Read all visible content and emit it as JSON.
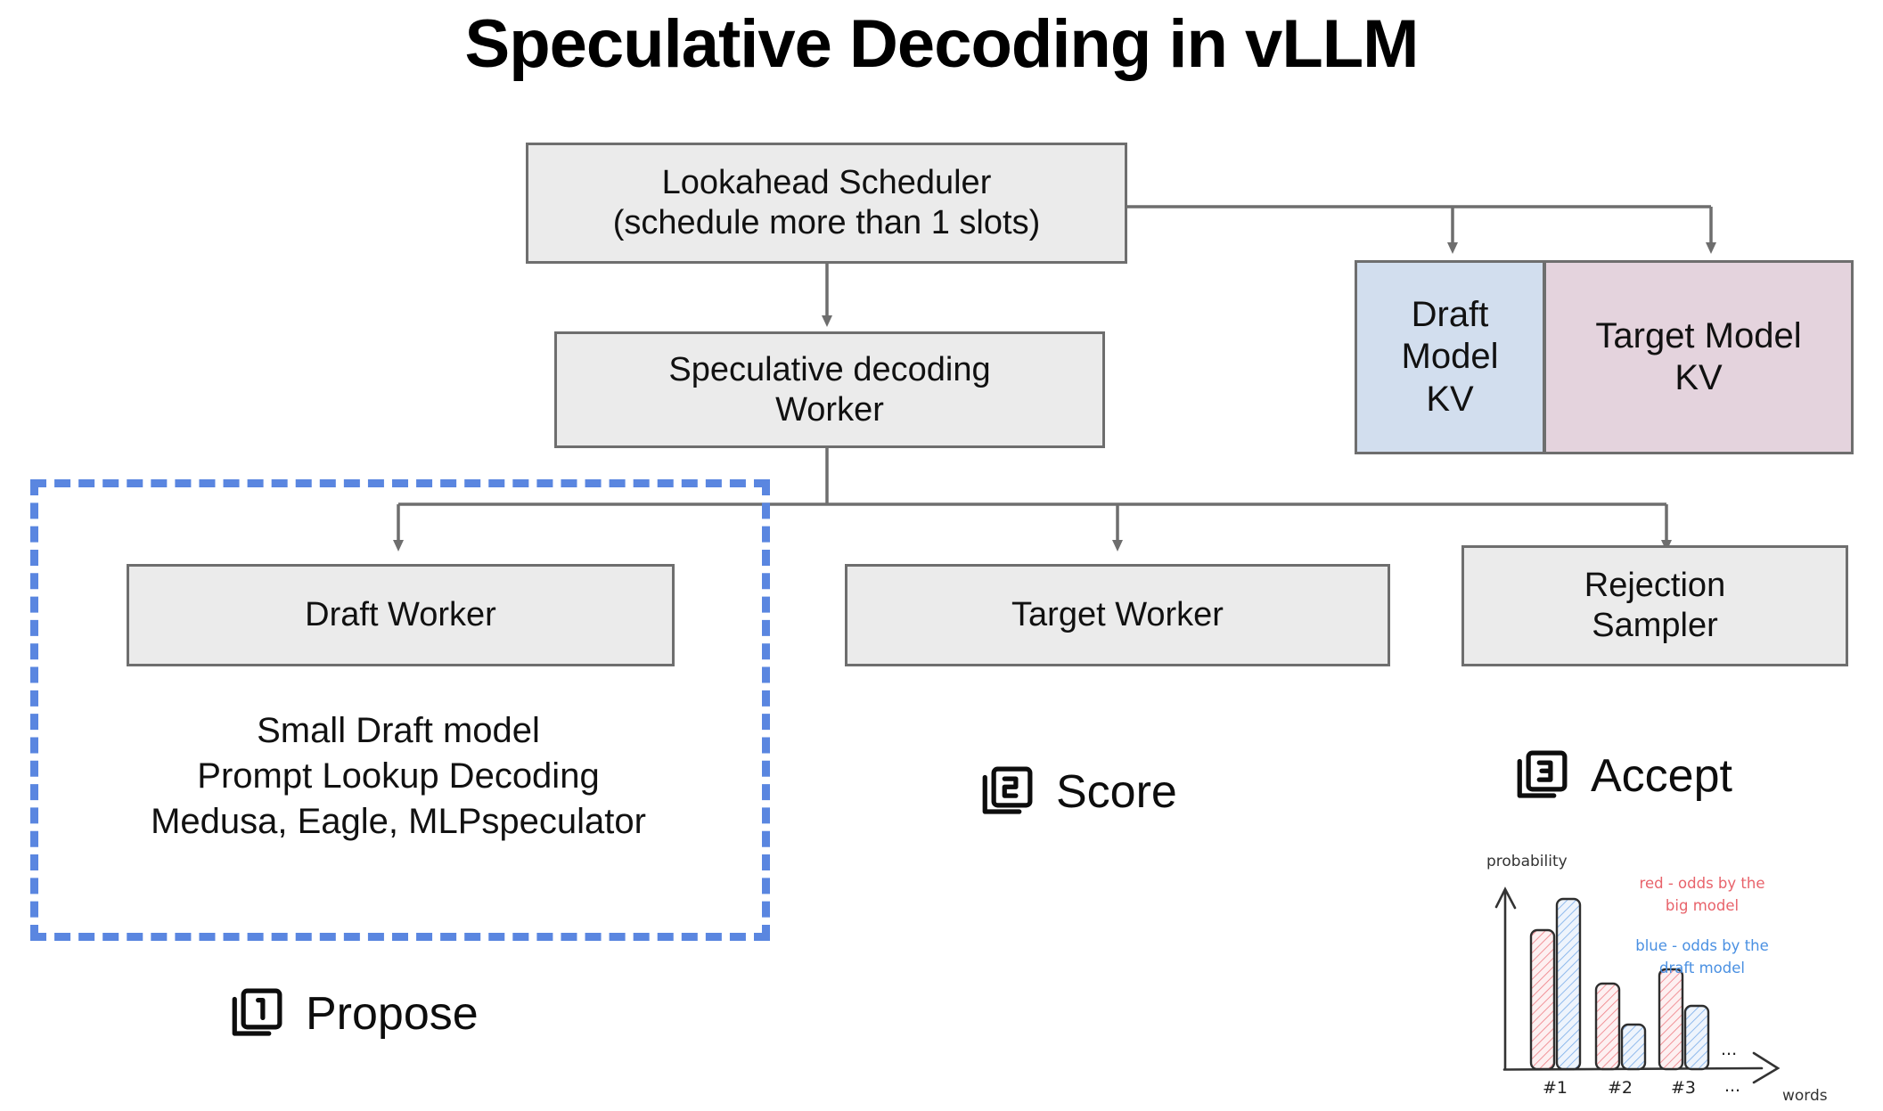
{
  "page": {
    "title": "Speculative Decoding in vLLM",
    "background": "#ffffff"
  },
  "palette": {
    "box_fill": "#ebebeb",
    "box_border": "#6e6e6e",
    "draft_kv_fill": "#d2deee",
    "target_kv_fill": "#e4d3dd",
    "highlight_dashed": "#5a86e0",
    "sketch_red": "#e8636b",
    "sketch_blue": "#4a90e2",
    "sketch_ink": "#333333"
  },
  "nodes": {
    "scheduler": "Lookahead Scheduler\n(schedule more than 1 slots)",
    "spec_worker": "Speculative decoding\nWorker",
    "draft_kv": "Draft\nModel\nKV",
    "target_kv": "Target Model\nKV",
    "draft_worker": "Draft Worker",
    "target_worker": "Target Worker",
    "rejection_sampler": "Rejection\nSampler"
  },
  "draft_methods": "Small Draft model\nPrompt Lookup Decoding\nMedusa, Eagle, MLPspeculator",
  "steps": [
    {
      "number": "1",
      "label": "Propose",
      "icon": "filter-1-icon"
    },
    {
      "number": "2",
      "label": "Score",
      "icon": "filter-2-icon"
    },
    {
      "number": "3",
      "label": "Accept",
      "icon": "filter-3-icon"
    }
  ],
  "chart_data": {
    "type": "bar",
    "title": "",
    "xlabel": "words",
    "ylabel": "probability",
    "categories": [
      "#1",
      "#2",
      "#3",
      "..."
    ],
    "series": [
      {
        "name": "red - odds by the big model",
        "color": "#e8636b",
        "values": [
          0.81,
          0.48,
          0.56,
          null
        ]
      },
      {
        "name": "blue - odds by the draft model",
        "color": "#4a90e2",
        "values": [
          1.0,
          0.24,
          0.3,
          null
        ]
      }
    ],
    "legend": [
      {
        "text": "red - odds by the\nbig model",
        "color": "#e8636b"
      },
      {
        "text": "blue - odds by the\ndraft model",
        "color": "#4a90e2"
      }
    ],
    "axis_ellipsis_upper": "...",
    "axis_ellipsis_lower": "...",
    "ylim": [
      0,
      1.0
    ],
    "grid": false,
    "legend_position": "top-right",
    "style": "hand-drawn, hatched bars"
  }
}
